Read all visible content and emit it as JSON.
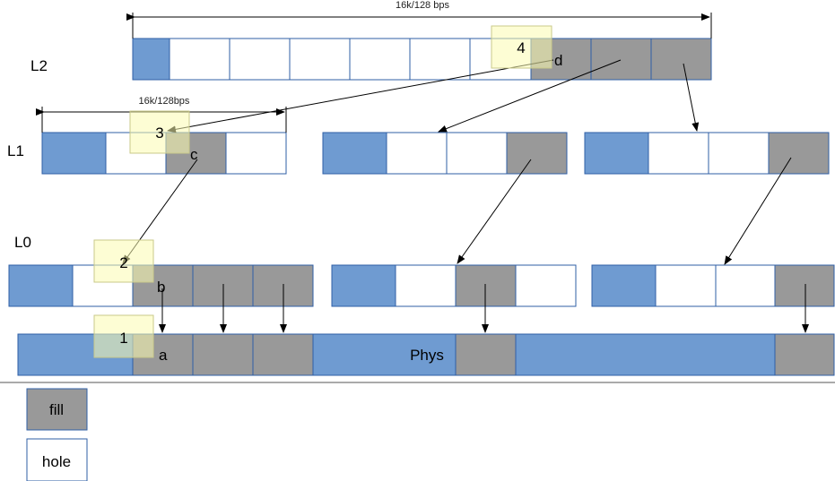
{
  "levels": {
    "l2": "L2",
    "l1": "L1",
    "l0": "L0"
  },
  "dimensions": {
    "top_span": "16k/128 bps",
    "l1_span": "16k/128bps"
  },
  "physical_label": "Phys",
  "point_labels": {
    "a": "a",
    "b": "b",
    "c": "c",
    "d": "d"
  },
  "step_notes": {
    "n1": "1",
    "n2": "2",
    "n3": "3",
    "n4": "4"
  },
  "legend": {
    "fill": "fill",
    "hole": "hole"
  },
  "colors": {
    "header_block": "#6f9bd1",
    "fill_block": "#999999",
    "hole_block": "#ffffff",
    "outline": "#2f5fa6",
    "step_note": "#fbfbb0"
  }
}
